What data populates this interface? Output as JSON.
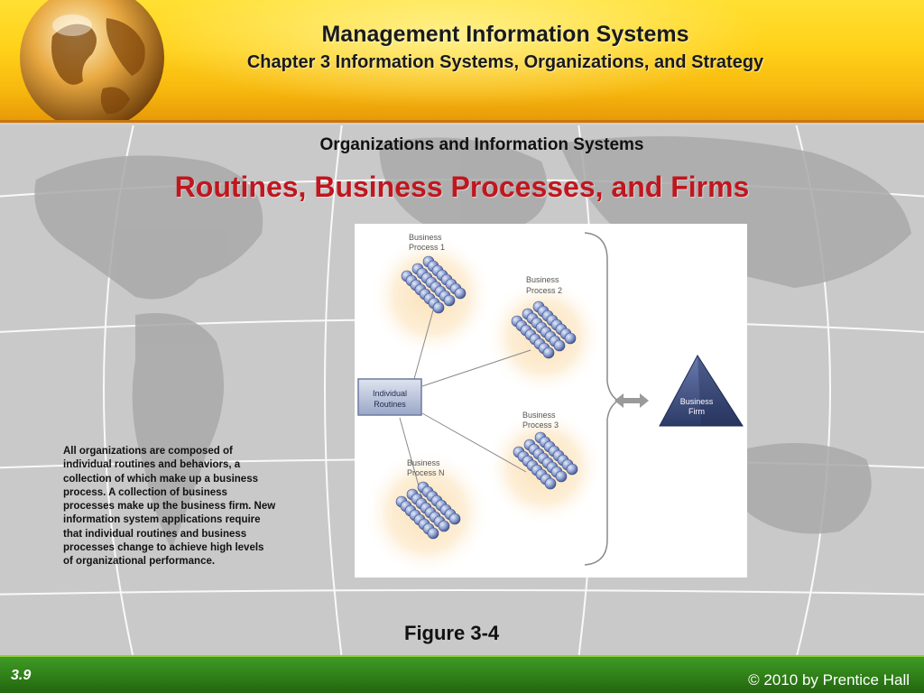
{
  "header": {
    "title": "Management Information Systems",
    "subtitle": "Chapter 3 Information Systems, Organizations, and Strategy"
  },
  "slide": {
    "section_title": "Organizations and Information Systems",
    "title": "Routines, Business Processes, and Firms",
    "caption": "All organizations are composed of individual routines and behaviors, a collection of which make up a business process. A collection of business processes make up the business firm. New information system applications require that individual routines and business processes change to achieve high levels of organizational performance.",
    "figure_label": "Figure 3-4"
  },
  "diagram": {
    "routines_label": [
      "Individual",
      "Routines"
    ],
    "process1": [
      "Business",
      "Process 1"
    ],
    "process2": [
      "Business",
      "Process 2"
    ],
    "process3": [
      "Business",
      "Process 3"
    ],
    "processN": [
      "Business",
      "Process N"
    ],
    "firm_label": [
      "Business",
      "Firm"
    ]
  },
  "footer": {
    "slide_number": "3.9",
    "copyright": "© 2010 by Prentice Hall"
  },
  "colors": {
    "title_red": "#c0161e",
    "header_yellow": "#ffd21a",
    "footer_green": "#2f7f18",
    "bead_blue": "#8a9ed0",
    "firm_navy": "#3d4d7a"
  }
}
